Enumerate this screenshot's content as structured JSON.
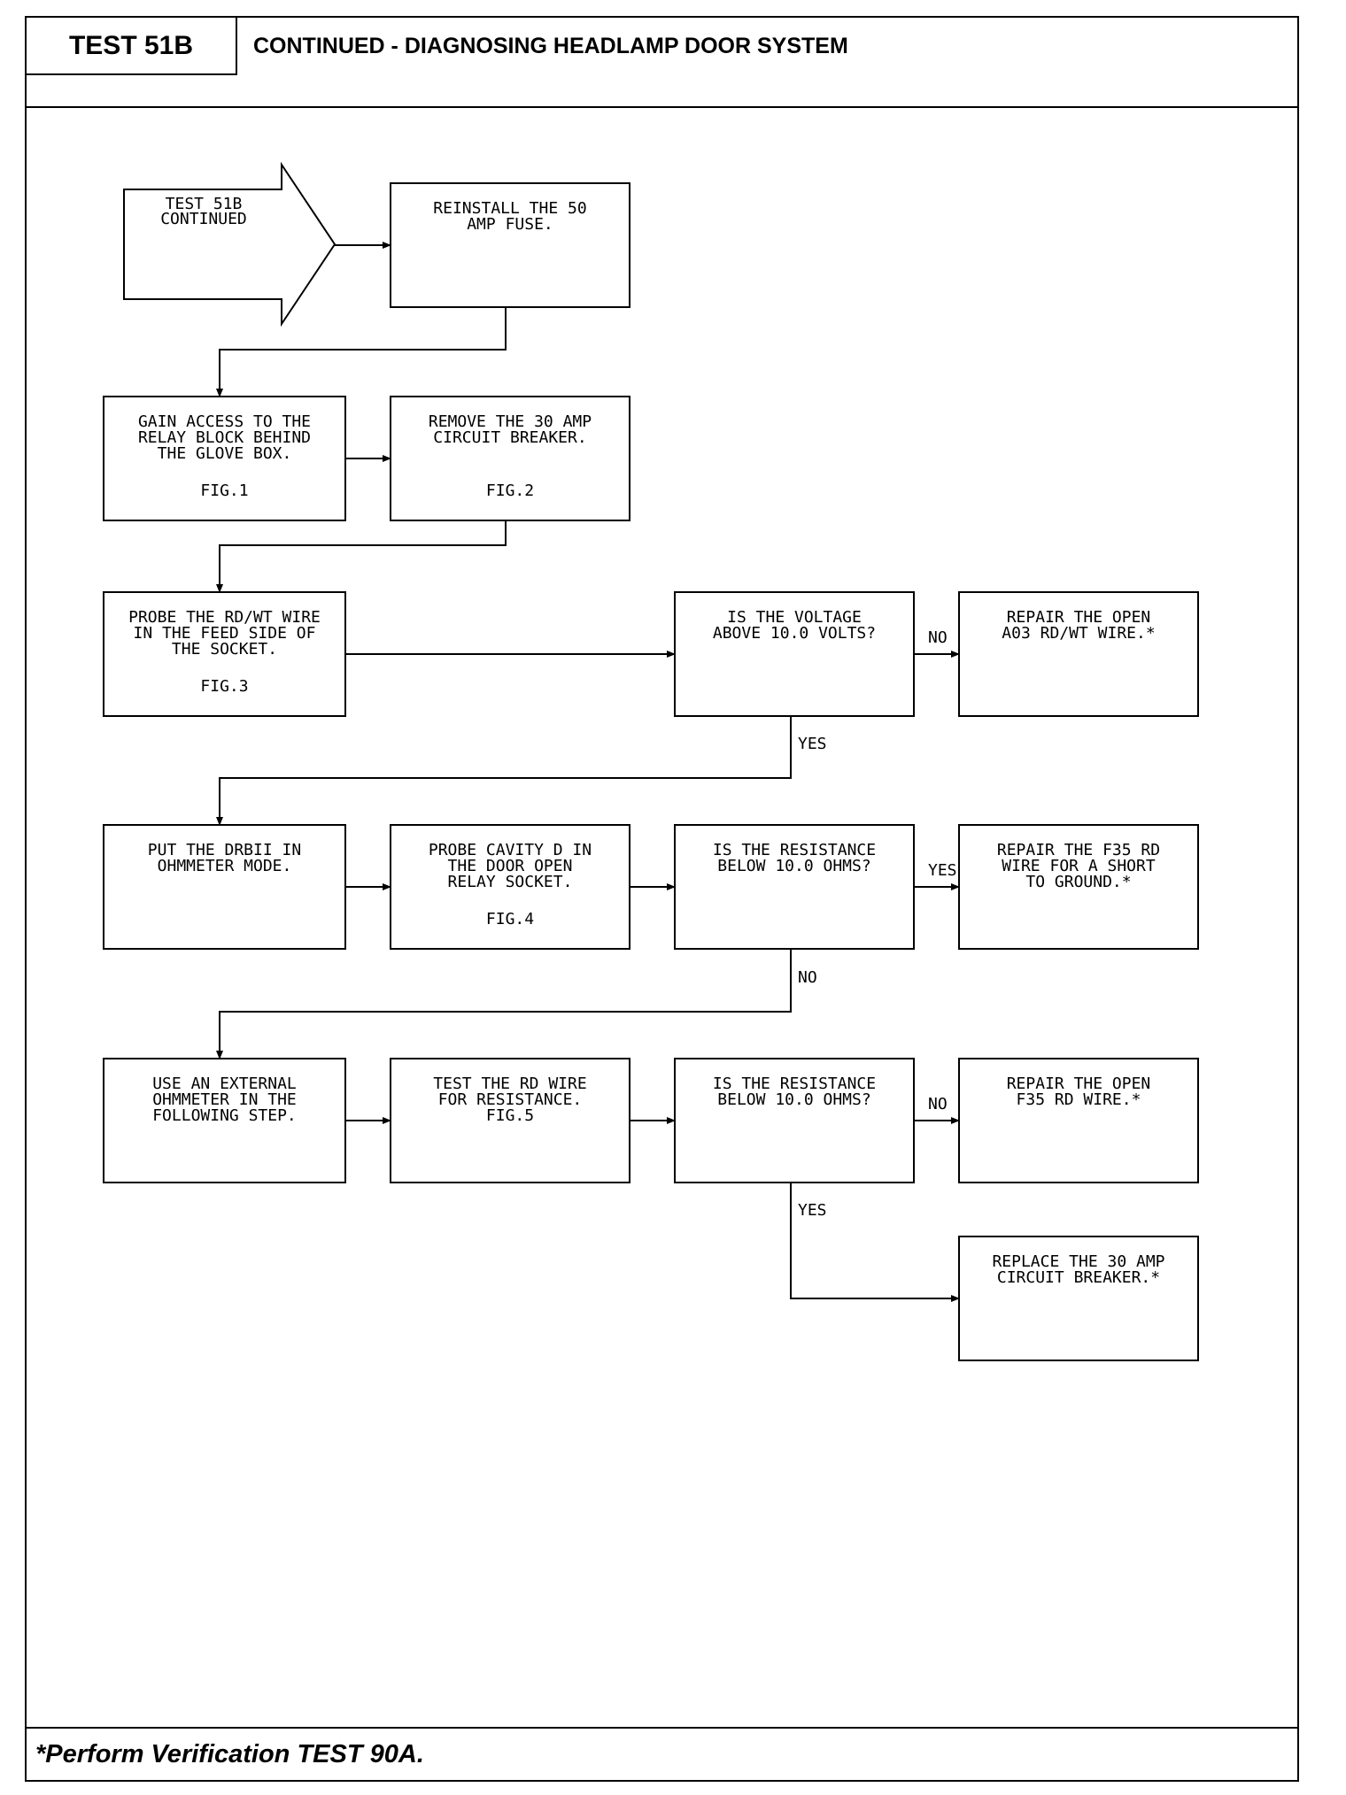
{
  "header": {
    "test_id": "TEST 51B",
    "title": "CONTINUED - DIAGNOSING HEADLAMP DOOR SYSTEM"
  },
  "footer": {
    "note": "*Perform Verification TEST 90A."
  },
  "diagram": {
    "nodes": [
      {
        "id": "start",
        "shape": "arrow",
        "lines": [
          "TEST 51B",
          "CONTINUED"
        ]
      },
      {
        "id": "reinstall-fuse",
        "shape": "box",
        "lines": [
          "REINSTALL THE 50",
          "AMP FUSE."
        ]
      },
      {
        "id": "gain-access",
        "shape": "box",
        "lines": [
          "GAIN ACCESS TO THE",
          "RELAY BLOCK BEHIND",
          "THE GLOVE BOX."
        ],
        "fig": "FIG.1"
      },
      {
        "id": "remove-breaker",
        "shape": "box",
        "lines": [
          "REMOVE THE 30 AMP",
          "CIRCUIT BREAKER."
        ],
        "fig": "FIG.2"
      },
      {
        "id": "probe-wire",
        "shape": "box",
        "lines": [
          "PROBE THE RD/WT WIRE",
          "IN THE FEED SIDE OF",
          "THE SOCKET."
        ],
        "fig": "FIG.3"
      },
      {
        "id": "voltage-check",
        "shape": "box",
        "lines": [
          "IS THE VOLTAGE",
          "ABOVE 10.0 VOLTS?"
        ]
      },
      {
        "id": "repair-a03",
        "shape": "box",
        "lines": [
          "REPAIR THE OPEN",
          "A03 RD/WT WIRE.*"
        ]
      },
      {
        "id": "ohmmeter-mode",
        "shape": "box",
        "lines": [
          "PUT THE DRBII IN",
          "OHMMETER MODE."
        ]
      },
      {
        "id": "probe-cavity",
        "shape": "box",
        "lines": [
          "PROBE CAVITY D IN",
          "THE DOOR OPEN",
          "RELAY SOCKET."
        ],
        "fig": "FIG.4"
      },
      {
        "id": "resistance-check-1",
        "shape": "box",
        "lines": [
          "IS THE RESISTANCE",
          "BELOW 10.0 OHMS?"
        ]
      },
      {
        "id": "repair-short",
        "shape": "box",
        "lines": [
          "REPAIR THE F35 RD",
          "WIRE FOR A SHORT",
          "TO GROUND.*"
        ]
      },
      {
        "id": "external-ohmmeter",
        "shape": "box",
        "lines": [
          "USE AN EXTERNAL",
          "OHMMETER IN THE",
          "FOLLOWING STEP."
        ]
      },
      {
        "id": "test-rd-wire",
        "shape": "box",
        "lines": [
          "TEST THE RD WIRE",
          "FOR RESISTANCE.",
          "FIG.5"
        ]
      },
      {
        "id": "resistance-check-2",
        "shape": "box",
        "lines": [
          "IS THE RESISTANCE",
          "BELOW 10.0 OHMS?"
        ]
      },
      {
        "id": "repair-f35-open",
        "shape": "box",
        "lines": [
          "REPAIR THE OPEN",
          "F35 RD WIRE.*"
        ]
      },
      {
        "id": "replace-breaker",
        "shape": "box",
        "lines": [
          "REPLACE THE 30 AMP",
          "CIRCUIT BREAKER.*"
        ]
      }
    ],
    "edges": [
      {
        "from": "start",
        "to": "reinstall-fuse",
        "label": ""
      },
      {
        "from": "reinstall-fuse",
        "to": "gain-access",
        "label": ""
      },
      {
        "from": "gain-access",
        "to": "remove-breaker",
        "label": ""
      },
      {
        "from": "remove-breaker",
        "to": "probe-wire",
        "label": ""
      },
      {
        "from": "probe-wire",
        "to": "voltage-check",
        "label": ""
      },
      {
        "from": "voltage-check",
        "to": "repair-a03",
        "label": "NO"
      },
      {
        "from": "voltage-check",
        "to": "ohmmeter-mode",
        "label": "YES"
      },
      {
        "from": "ohmmeter-mode",
        "to": "probe-cavity",
        "label": ""
      },
      {
        "from": "probe-cavity",
        "to": "resistance-check-1",
        "label": ""
      },
      {
        "from": "resistance-check-1",
        "to": "repair-short",
        "label": "YES"
      },
      {
        "from": "resistance-check-1",
        "to": "external-ohmmeter",
        "label": "NO"
      },
      {
        "from": "external-ohmmeter",
        "to": "test-rd-wire",
        "label": ""
      },
      {
        "from": "test-rd-wire",
        "to": "resistance-check-2",
        "label": ""
      },
      {
        "from": "resistance-check-2",
        "to": "repair-f35-open",
        "label": "NO"
      },
      {
        "from": "resistance-check-2",
        "to": "replace-breaker",
        "label": "YES"
      }
    ]
  }
}
